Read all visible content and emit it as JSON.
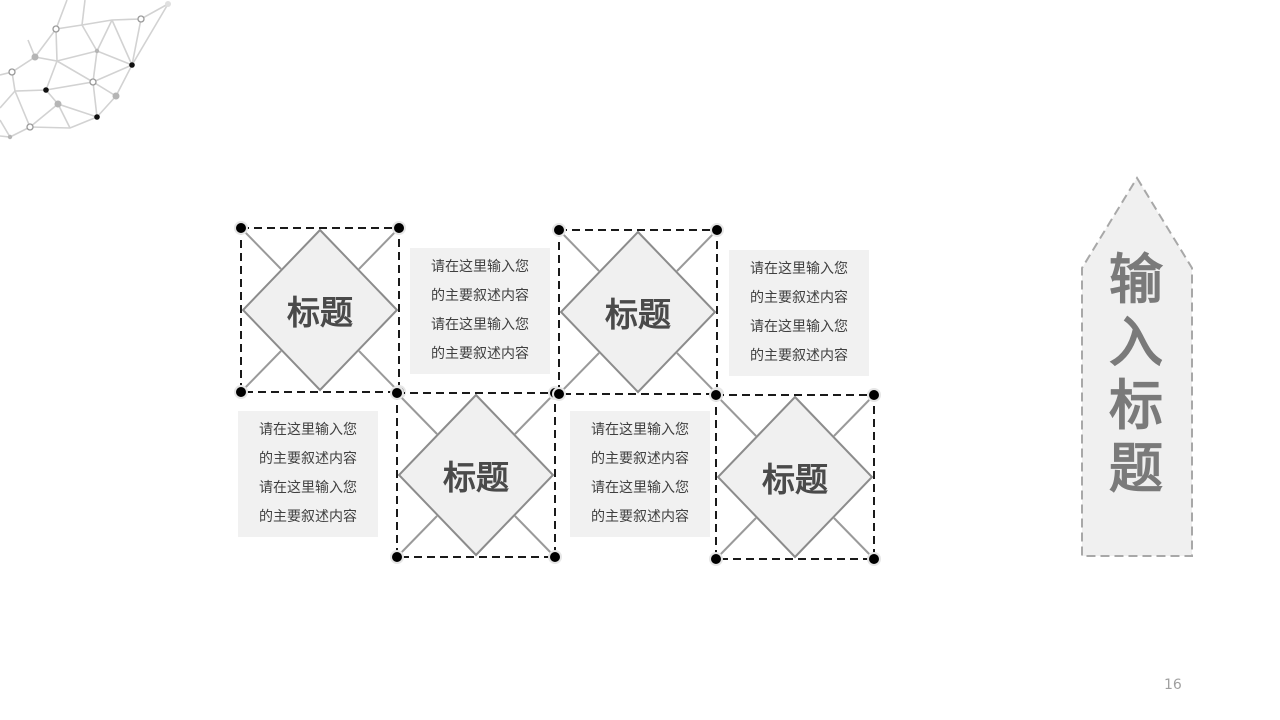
{
  "slide": {
    "page_number": "16",
    "background": "#ffffff"
  },
  "banner": {
    "title": "输入标题",
    "chars": [
      "输",
      "入",
      "标",
      "题"
    ],
    "fill": "#f0f0f0",
    "border_color": "#a8a8a8",
    "text_color": "#7a7a7a"
  },
  "tiles": [
    {
      "title": "标题"
    },
    {
      "title": "标题"
    },
    {
      "title": "标题"
    },
    {
      "title": "标题"
    }
  ],
  "descriptions": [
    {
      "lines": [
        "请在这里输入您",
        "的主要叙述内容",
        "请在这里输入您",
        "的主要叙述内容"
      ]
    },
    {
      "lines": [
        "请在这里输入您",
        "的主要叙述内容",
        "请在这里输入您",
        "的主要叙述内容"
      ]
    },
    {
      "lines": [
        "请在这里输入您",
        "的主要叙述内容",
        "请在这里输入您",
        "的主要叙述内容"
      ]
    },
    {
      "lines": [
        "请在这里输入您",
        "的主要叙述内容",
        "请在这里输入您",
        "的主要叙述内容"
      ]
    }
  ],
  "colors": {
    "diamond_fill": "#f0f0f0",
    "diamond_stroke": "#8c8c8c",
    "dash_stroke": "#1a1a1a",
    "dot_fill": "#000000",
    "desc_bg": "#f1f1f1",
    "title_text": "#4a4a4a"
  }
}
